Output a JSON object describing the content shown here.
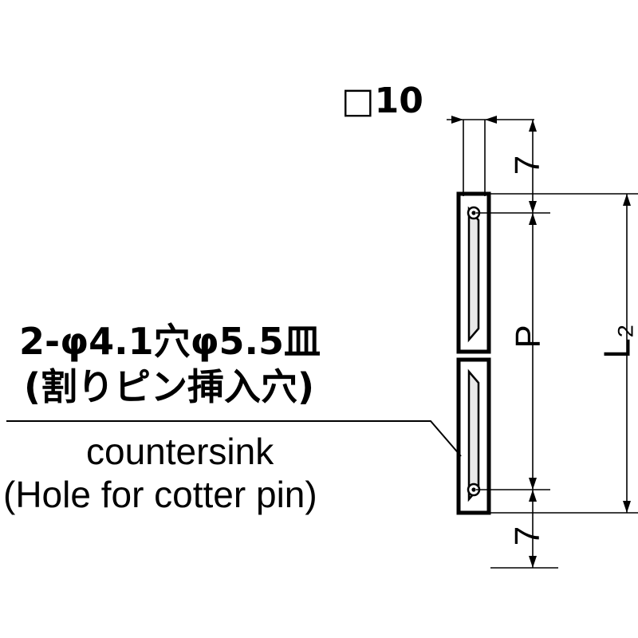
{
  "drawing": {
    "title": "Mechanical part dimension drawing (cotter pin holes)",
    "background_color": "#ffffff",
    "line_color": "#000000",
    "labels": {
      "square_10": "□10",
      "hole_spec_jp": "2-φ4.1穴φ5.5皿",
      "hole_note_jp": "(割りピン挿入穴)",
      "countersink_en": "countersink",
      "cotter_pin_en": "(Hole for cotter pin)",
      "dim_top_7": "7",
      "dim_bottom_7": "7",
      "dim_p": "P",
      "dim_l2": "L₂"
    }
  }
}
